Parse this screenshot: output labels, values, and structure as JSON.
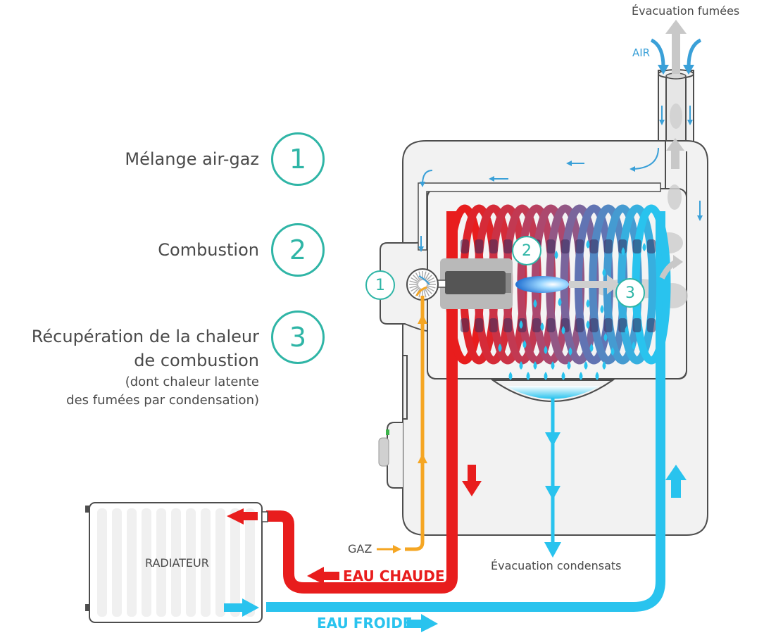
{
  "labels": {
    "evacuation_fumees": "Évacuation fumées",
    "air": "AIR",
    "gaz": "GAZ",
    "radiateur": "RADIATEUR",
    "eau_chaude": "EAU CHAUDE",
    "eau_froide": "EAU FROIDE",
    "evacuation_condensats": "Évacuation condensats"
  },
  "legend": [
    {
      "number": "1",
      "lines": [
        "Mélange air-gaz"
      ]
    },
    {
      "number": "2",
      "lines": [
        "Combustion"
      ]
    },
    {
      "number": "3",
      "lines": [
        "Récupération de la chaleur",
        "de combustion"
      ],
      "sub_lines": [
        "(dont chaleur latente",
        "des fumées par condensation)"
      ]
    }
  ],
  "markers": {
    "m1": "1",
    "m2": "2",
    "m3": "3"
  },
  "colors": {
    "hot": "#e81d1d",
    "cold": "#29c3ee",
    "gas": "#f5a623",
    "accent": "#2fb5a6",
    "air_arrow": "#3aa0d8",
    "smoke": "#c8c8c8",
    "boiler_fill": "#f2f2f2",
    "boiler_stroke": "#4d4d4d"
  }
}
